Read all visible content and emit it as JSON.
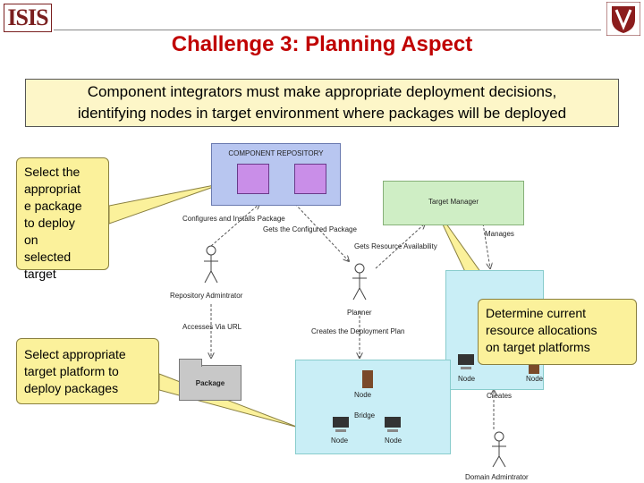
{
  "header": {
    "logo_text": "ISIS",
    "title": "Challenge 3: Planning Aspect"
  },
  "intro": {
    "line1": "Component integrators must make appropriate deployment decisions,",
    "line2": "identifying nodes in target environment where packages will be deployed"
  },
  "callouts": {
    "select_package": [
      "Select the",
      "appropriat",
      "e package",
      "to deploy",
      "on",
      "selected",
      "target"
    ],
    "select_platform": [
      "Select appropriate",
      "target platform to",
      "deploy packages"
    ],
    "determine_resources": [
      "Determine current",
      "resource allocations",
      "on target platforms"
    ]
  },
  "diagram": {
    "component_repository": "COMPONENT REPOSITORY",
    "target_manager": "Target Manager",
    "package": "Package",
    "actors": {
      "repository_admin": "Repository Admintrator",
      "planner": "Planner",
      "domain_admin": "Domain Admintrator"
    },
    "edges": {
      "configures": "Configures and Installs Package",
      "gets_configured": "Gets the Configured Package",
      "gets_resource": "Gets Resource Availability",
      "manages": "Manages",
      "accesses_url": "Accesses Via URL",
      "creates_plan": "Creates the Deployment Plan",
      "creates": "Creates"
    },
    "nodes": {
      "node_label": "Node",
      "bridge_label": "Bridge"
    }
  },
  "colors": {
    "title": "#c00000",
    "callout_fill": "#fbf19b",
    "repository_fill": "#b8c6f0",
    "component_fill": "#c98ee8",
    "target_manager_fill": "#cfeec5",
    "target_fill": "#c9eef6"
  }
}
